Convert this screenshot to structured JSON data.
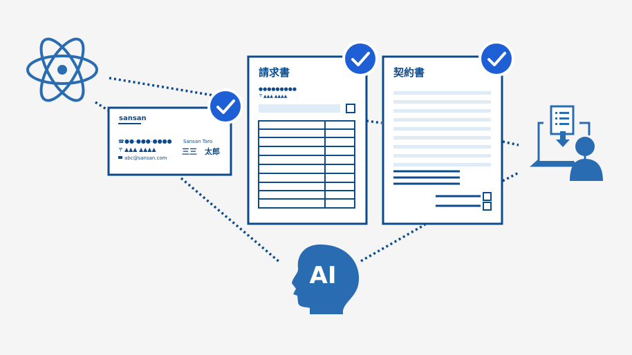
{
  "colors": {
    "navy": "#0d4a8c",
    "mid_blue": "#2a6cb2",
    "light_blue": "#dfebf6",
    "check_blue": "#1f5fd6",
    "dotted": "#0d4a8c",
    "background": "#f5f5f5"
  },
  "business_card": {
    "brand": "sansan",
    "phone": "●●-●●●-●●●●",
    "postal_mark": "〒",
    "address": "▲▲▲ ▲▲▲▲",
    "email": "abc@sansan.com",
    "romanized_name": "Sansan Taro",
    "name": "三三　太郎"
  },
  "invoice": {
    "title": "請求書",
    "dots": "●●●●●●●●●",
    "postal_mark": "〒",
    "address": "▲▲▲ ▲▲▲▲"
  },
  "contract": {
    "title": "契約書"
  },
  "ai_head": {
    "label": "AI"
  },
  "icons": {
    "left": "atom-icon",
    "right": "person-laptop-download-icon",
    "check": "checkmark-badge-icon"
  }
}
